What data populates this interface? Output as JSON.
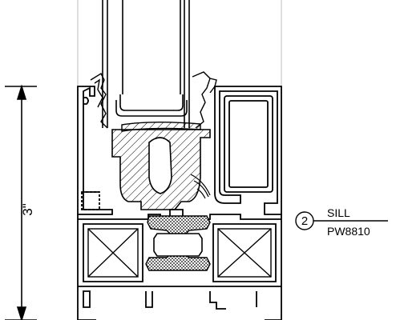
{
  "dimension": {
    "label": "3\""
  },
  "callout": {
    "number": "2",
    "title": "SILL",
    "code": "PW8810"
  },
  "colors": {
    "line": "#000000",
    "background": "#ffffff",
    "glass_edge": "#bdbdbd",
    "hatch": "#000000"
  }
}
